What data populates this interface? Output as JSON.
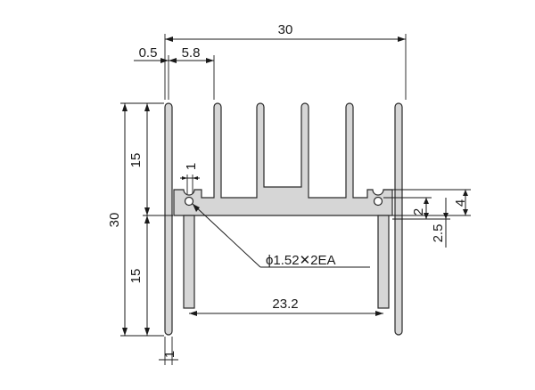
{
  "labels": {
    "overall_width": "30",
    "fin_offset": "0.5",
    "fin_pitch": "5.8",
    "overall_height": "30",
    "upper_half": "15",
    "lower_half": "15",
    "hole_width": "1",
    "fin_thickness": "1",
    "hole_callout": "ϕ1.52✕2EA",
    "hole_span": "23.2",
    "dim_4": "4",
    "dim_2": "2",
    "dim_2_5": "2.5"
  },
  "colors": {
    "profile_fill": "#d6d6d6",
    "outline": "#2a2a2a"
  }
}
